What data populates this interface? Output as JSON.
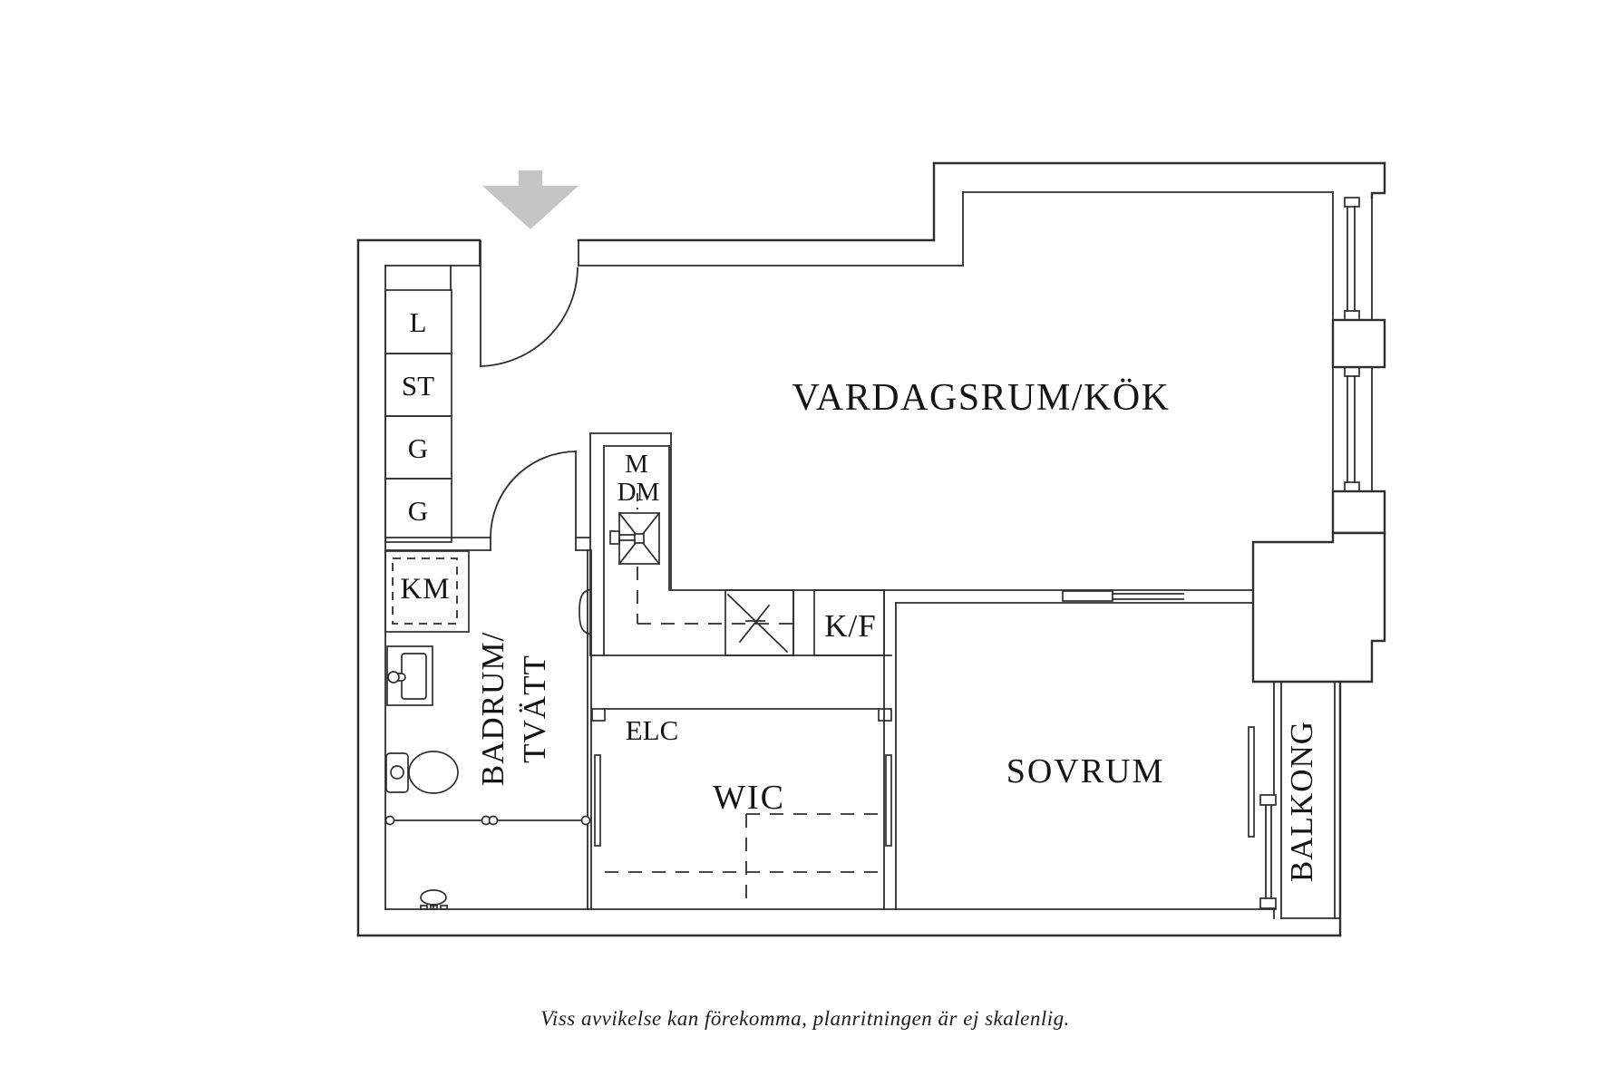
{
  "plan": {
    "colors": {
      "line": "#2e2e2e",
      "arrow_fill": "#c5c5c5",
      "text": "#141414",
      "background": "#ffffff"
    },
    "rooms": {
      "living_kitchen": {
        "label": "VARDAGSRUM/KÖK"
      },
      "bedroom": {
        "label": "SOVRUM"
      },
      "wic": {
        "label": "WIC"
      },
      "balcony": {
        "label": "BALKONG"
      },
      "bathroom": {
        "label_line1": "BADRUM/",
        "label_line2": "TVÄTT"
      },
      "elc": {
        "label": "ELC"
      }
    },
    "fixtures": {
      "closets": [
        "L",
        "ST",
        "G",
        "G"
      ],
      "washing_machine": "KM",
      "microwave": "M",
      "dishwasher": "DM",
      "fridge_freezer": "K/F"
    },
    "footer": {
      "disclaimer": "Viss avvikelse kan förekomma, planritningen är ej skalenlig."
    }
  }
}
